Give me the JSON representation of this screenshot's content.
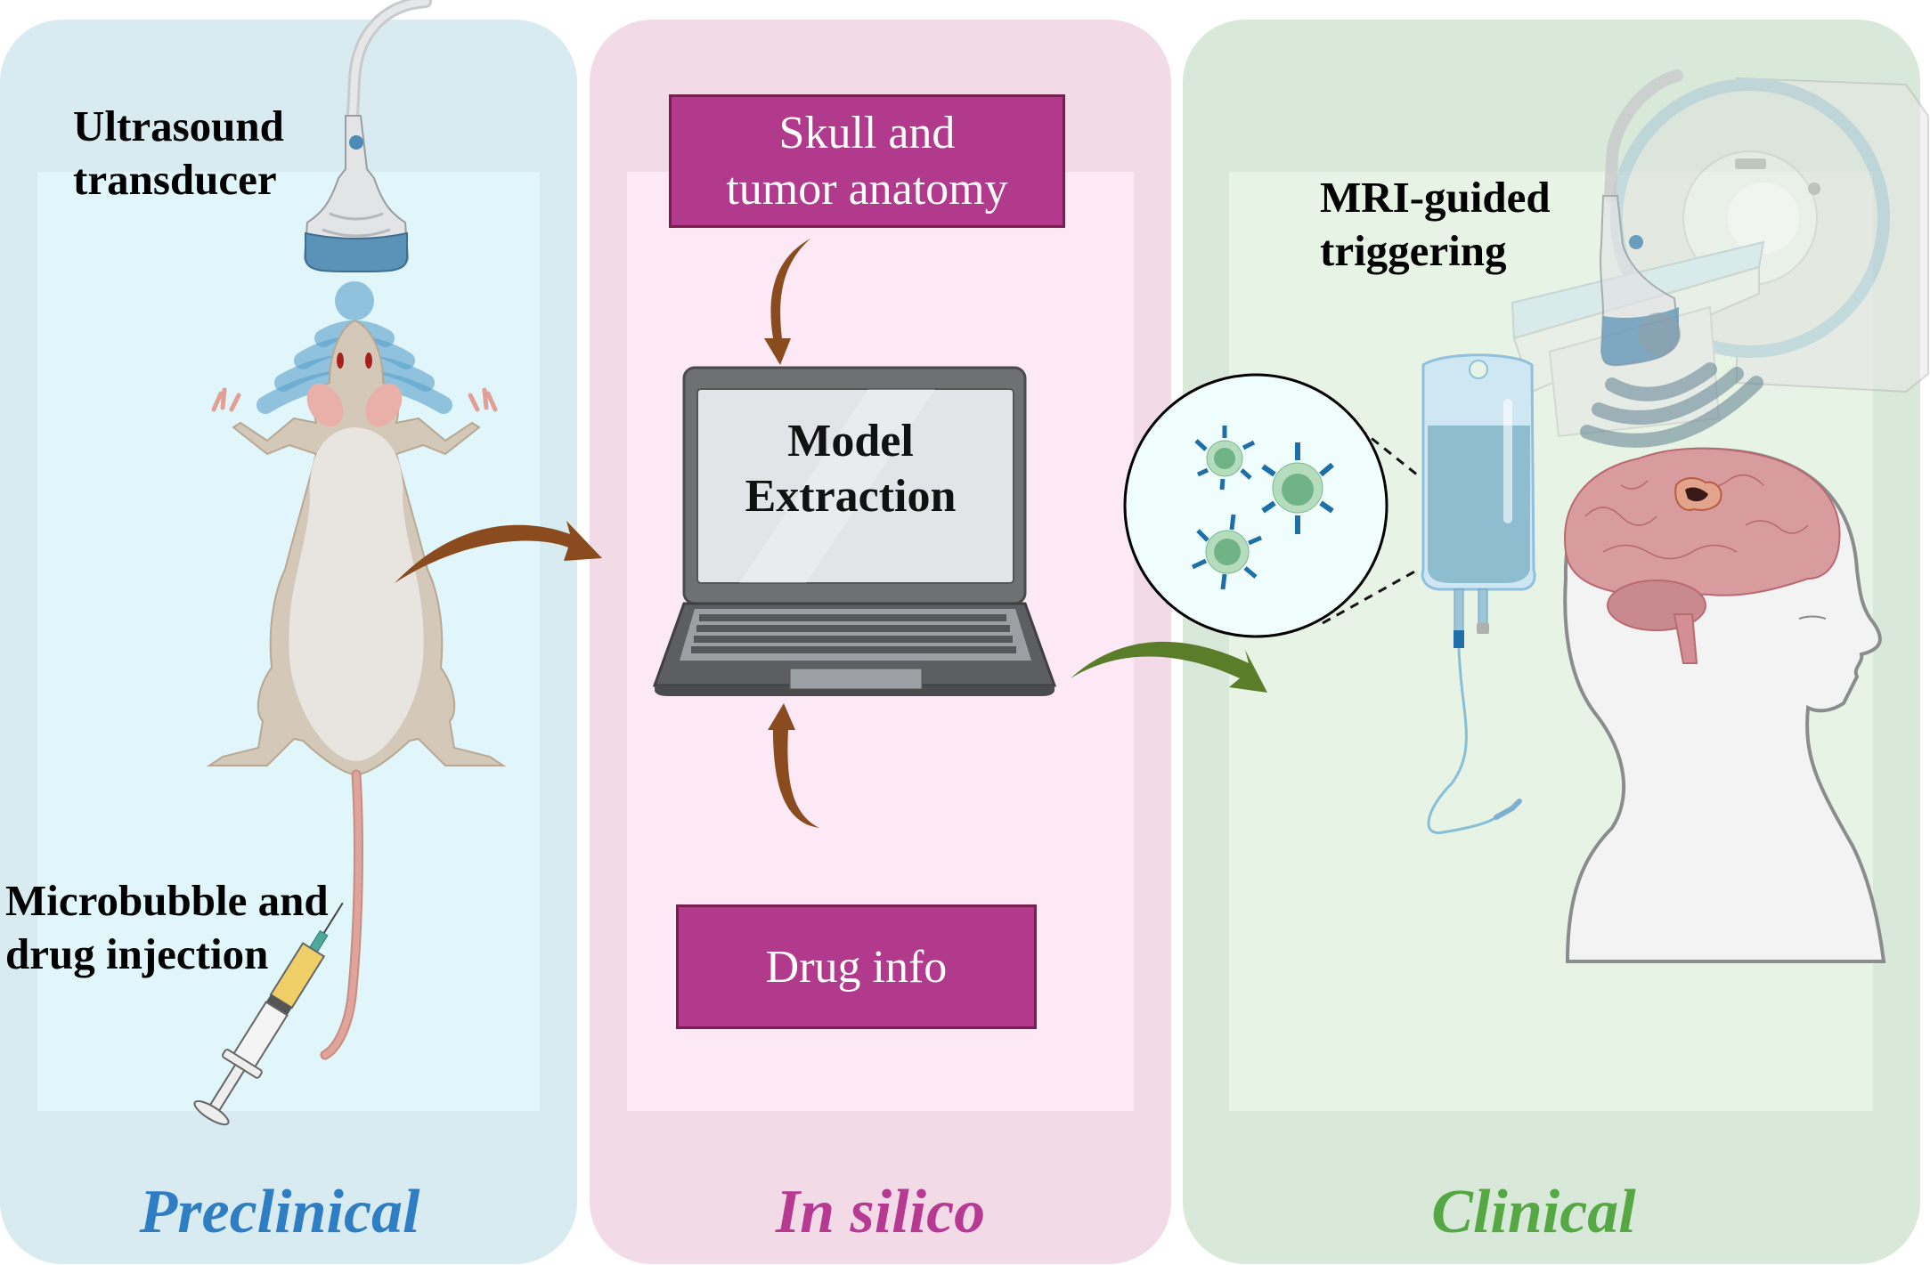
{
  "panels": [
    {
      "id": "preclinical",
      "title": "Preclinical",
      "title_color": "#2f7ec4",
      "background": "#d7ebf0",
      "labels": {
        "transducer": [
          "Ultrasound",
          "transducer"
        ],
        "injection": [
          "Microbubble and",
          "drug injection"
        ]
      }
    },
    {
      "id": "in-silico",
      "title": "In silico",
      "title_color": "#b63a92",
      "background": "#f3dae7",
      "boxes": {
        "top": [
          "Skull and",
          "tumor anatomy"
        ],
        "bottom": "Drug info"
      },
      "laptop_text": [
        "Model",
        "Extraction"
      ]
    },
    {
      "id": "clinical",
      "title": "Clinical",
      "title_color": "#56a845",
      "background": "#d9e9d9",
      "labels": {
        "mri": [
          "MRI-guided",
          "triggering"
        ]
      }
    }
  ],
  "colors": {
    "box_fill": "#b13a8c",
    "box_border": "#7a1e50",
    "arrow_brown": "#8a4c1e",
    "arrow_green": "#5a7d2a"
  }
}
